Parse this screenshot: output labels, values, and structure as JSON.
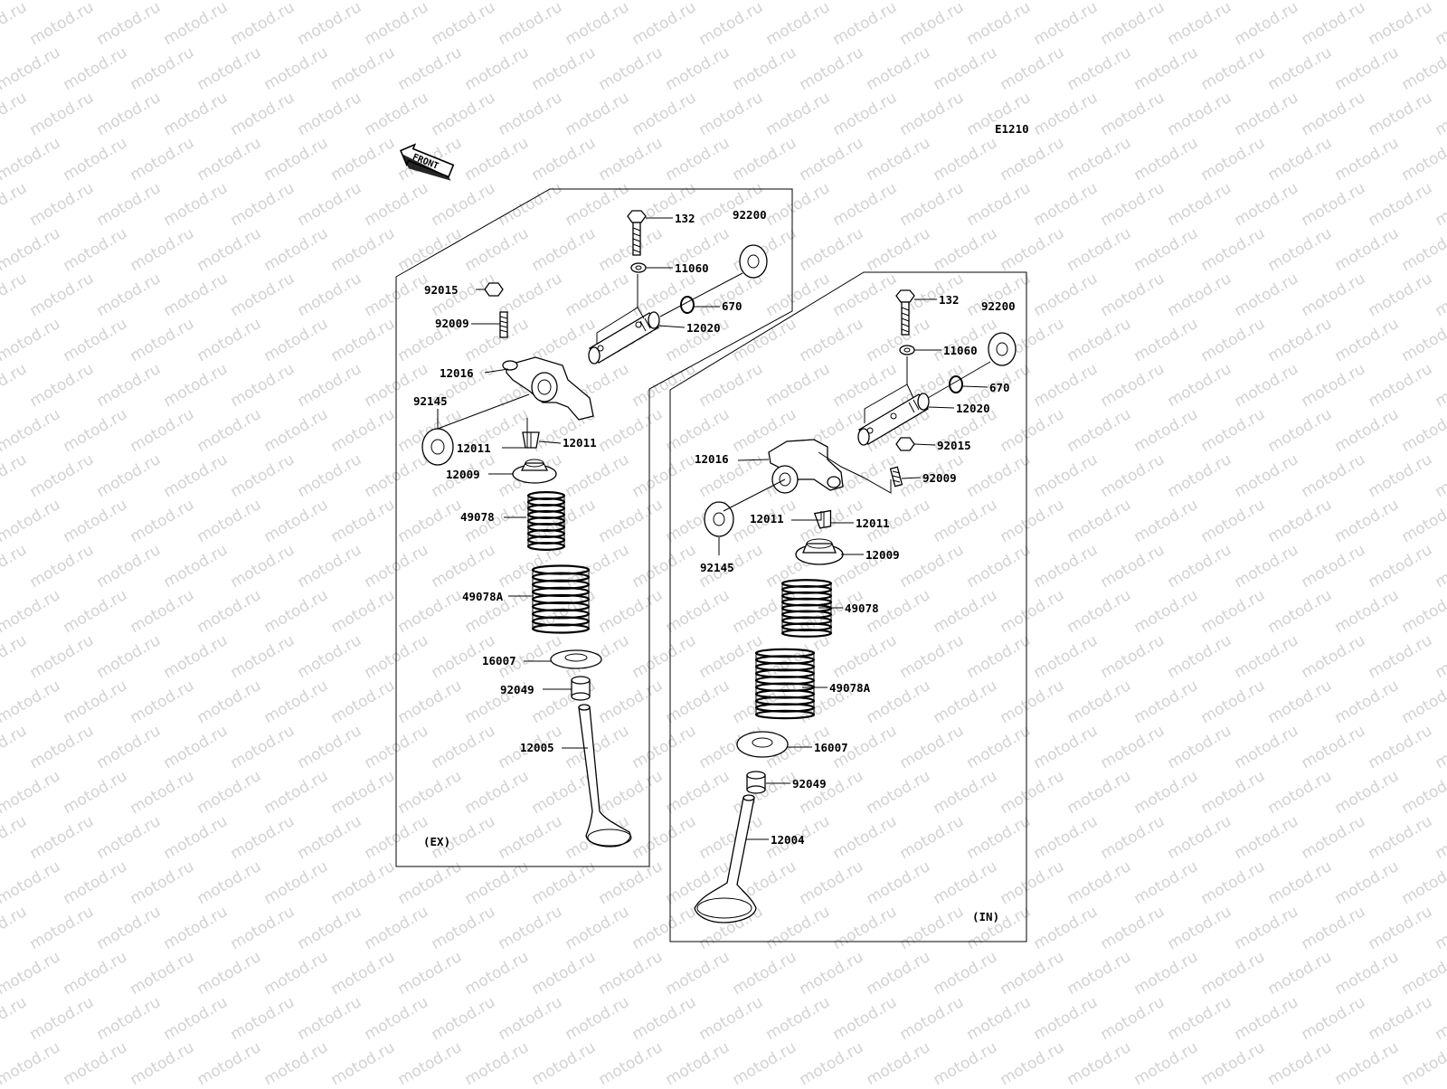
{
  "watermark": "motod.ru",
  "diagram_code": "E1210",
  "front_label": "FRONT",
  "sections": [
    {
      "id": "exhaust",
      "tag": "(EX)",
      "parts": [
        "92015",
        "92009",
        "12016",
        "92145",
        "12011",
        "12011",
        "12009",
        "49078",
        "49078A",
        "16007",
        "92049",
        "12005",
        "132",
        "92200",
        "11060",
        "670",
        "12020"
      ]
    },
    {
      "id": "intake",
      "tag": "(IN)",
      "parts": [
        "132",
        "92200",
        "11060",
        "670",
        "12020",
        "92015",
        "12016",
        "92009",
        "12011",
        "12011",
        "92145",
        "12009",
        "49078",
        "49078A",
        "16007",
        "92049",
        "12004"
      ]
    }
  ],
  "colors": {
    "line": "#000000",
    "watermark": "#d2d2d2",
    "background": "#ffffff"
  }
}
